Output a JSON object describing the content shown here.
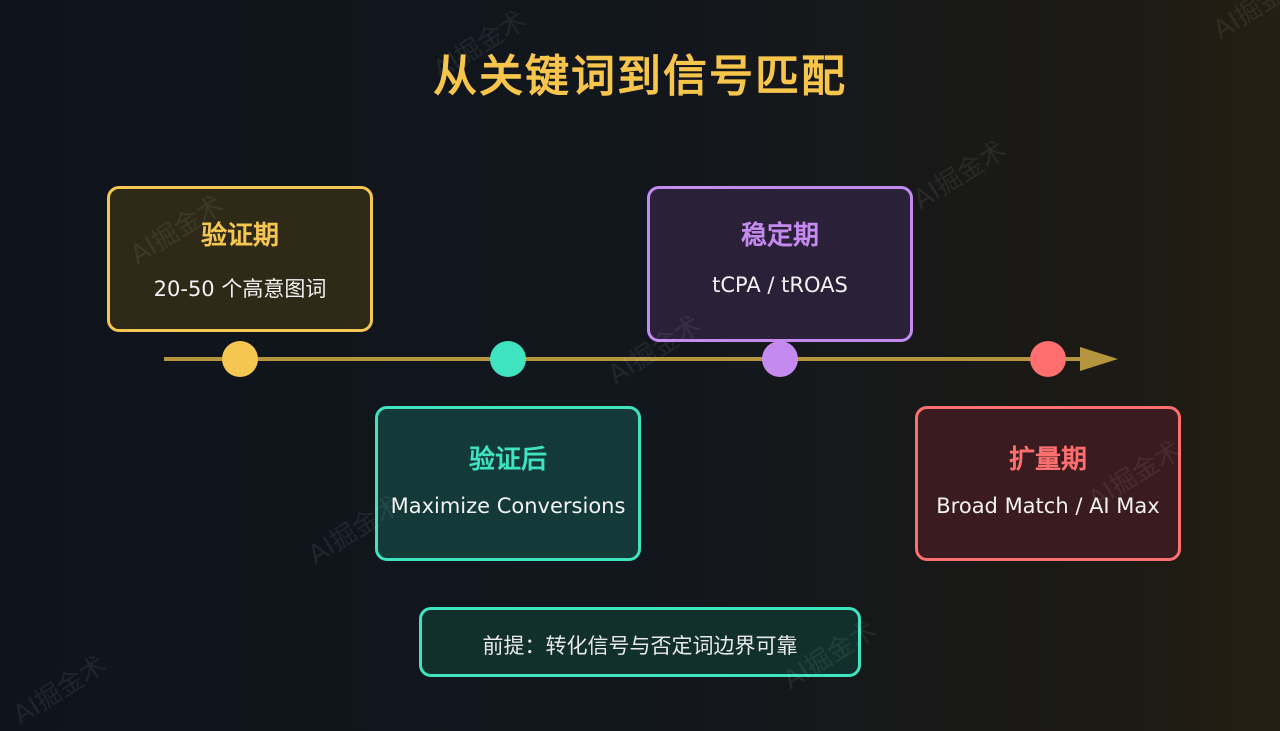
{
  "title": "从关键词到信号匹配",
  "phases": [
    {
      "title": "验证期",
      "description": "20-50 个高意图词",
      "color": "#f5c651"
    },
    {
      "title": "验证后",
      "description": "Maximize Conversions",
      "color": "#3fe3c0"
    },
    {
      "title": "稳定期",
      "description": "tCPA / tROAS",
      "color": "#c58af0"
    },
    {
      "title": "扩量期",
      "description": "Broad Match / AI Max",
      "color": "#ff6f6f"
    }
  ],
  "footer": "前提：转化信号与否定词边界可靠",
  "watermark": "AI掘金术",
  "colors": {
    "title": "#f7c54c",
    "axis": "#b5963f",
    "background": "#12161d"
  }
}
